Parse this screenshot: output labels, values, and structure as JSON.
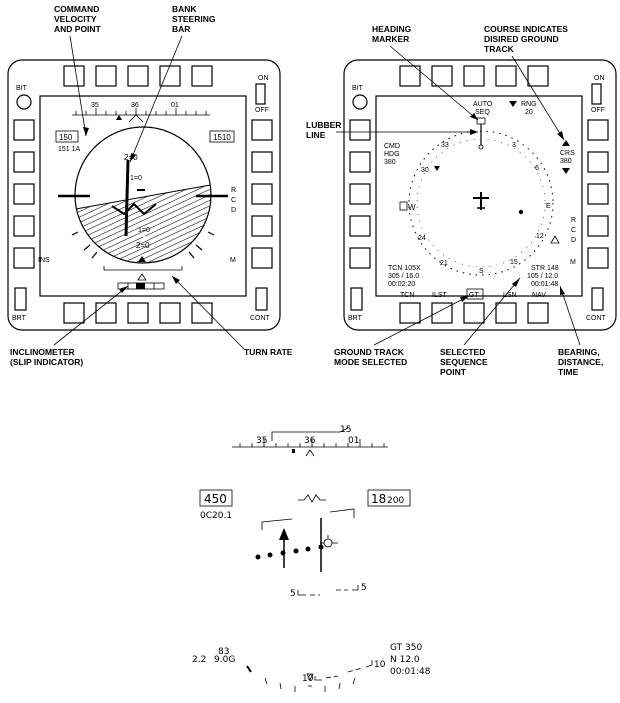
{
  "annotations": {
    "cmd_velocity": [
      "COMMAND",
      "VELOCITY",
      "AND POINT"
    ],
    "bank_steering": [
      "BANK",
      "STEERING",
      "BAR"
    ],
    "heading_marker": [
      "HEADING",
      "MARKER"
    ],
    "course": [
      "COURSE INDICATES",
      "DISIRED GROUND",
      "TRACK"
    ],
    "lubber": [
      "LUBBER",
      "LINE"
    ],
    "inclinometer": [
      "INCLINOMETER",
      "(SLIP INDICATOR)"
    ],
    "turn_rate": "TURN RATE",
    "ground_track": [
      "GROUND TRACK",
      "MODE SELECTED"
    ],
    "sequence_point": [
      "SELECTED",
      "SEQUENCE",
      "POINT"
    ],
    "bearing": [
      "BEARING,",
      "DISTANCE,",
      "TIME"
    ]
  },
  "left_ddi": {
    "bit": "BIT",
    "on": "ON",
    "off": "OFF",
    "ins": "INS",
    "brt": "BRT",
    "cont": "CONT",
    "rcd": [
      "R",
      "C",
      "D"
    ],
    "m": "M",
    "heading_ticks": [
      "35",
      "36",
      "01"
    ],
    "speed_box": "150",
    "alt_box": "1510",
    "cmd_text": "151 1A",
    "pitch_top": "2=0",
    "pitch_mid": "1=0",
    "pitch_low": "1=0",
    "pitch_bottom": "2=0"
  },
  "right_ddi": {
    "bit": "BIT",
    "on": "ON",
    "off": "OFF",
    "brt": "BRT",
    "cont": "CONT",
    "auto": "AUTO",
    "seq": "SEQ",
    "rng": "RNG",
    "rng_val": "20",
    "crs": "CRS",
    "crs_val": "380",
    "cmd": "CMD",
    "hdg": "HDG",
    "hdg_val": "380",
    "rcd": [
      "R",
      "C",
      "D"
    ],
    "m": "M",
    "compass": [
      "33",
      "30",
      "W",
      "24",
      "21",
      "S",
      "15",
      "12",
      "E",
      "6",
      "3"
    ],
    "tcn_block": [
      "TCN 105X",
      "305 / 16.0",
      "00:02:20"
    ],
    "str_block": [
      "STR 148",
      "105 / 12.0",
      "00:01:48"
    ],
    "bottom_buttons": [
      "TCN",
      "ILST",
      "GT",
      "LSN",
      "NAV"
    ]
  },
  "hud": {
    "heading_ticks": [
      "35",
      "36",
      "15",
      "01"
    ],
    "speed": "450",
    "mach": "0C20.1",
    "altitude": "18",
    "altitude_small": "200",
    "pitch_5_left": "5",
    "pitch_5_right": "5",
    "pitch_10": "10",
    "pitch_10b": "10",
    "aoa_small": "83",
    "g_left": "2.2",
    "g_right": "9.0G",
    "gt_block": [
      "GT 350",
      "N 12.0",
      "00:01:48"
    ]
  }
}
